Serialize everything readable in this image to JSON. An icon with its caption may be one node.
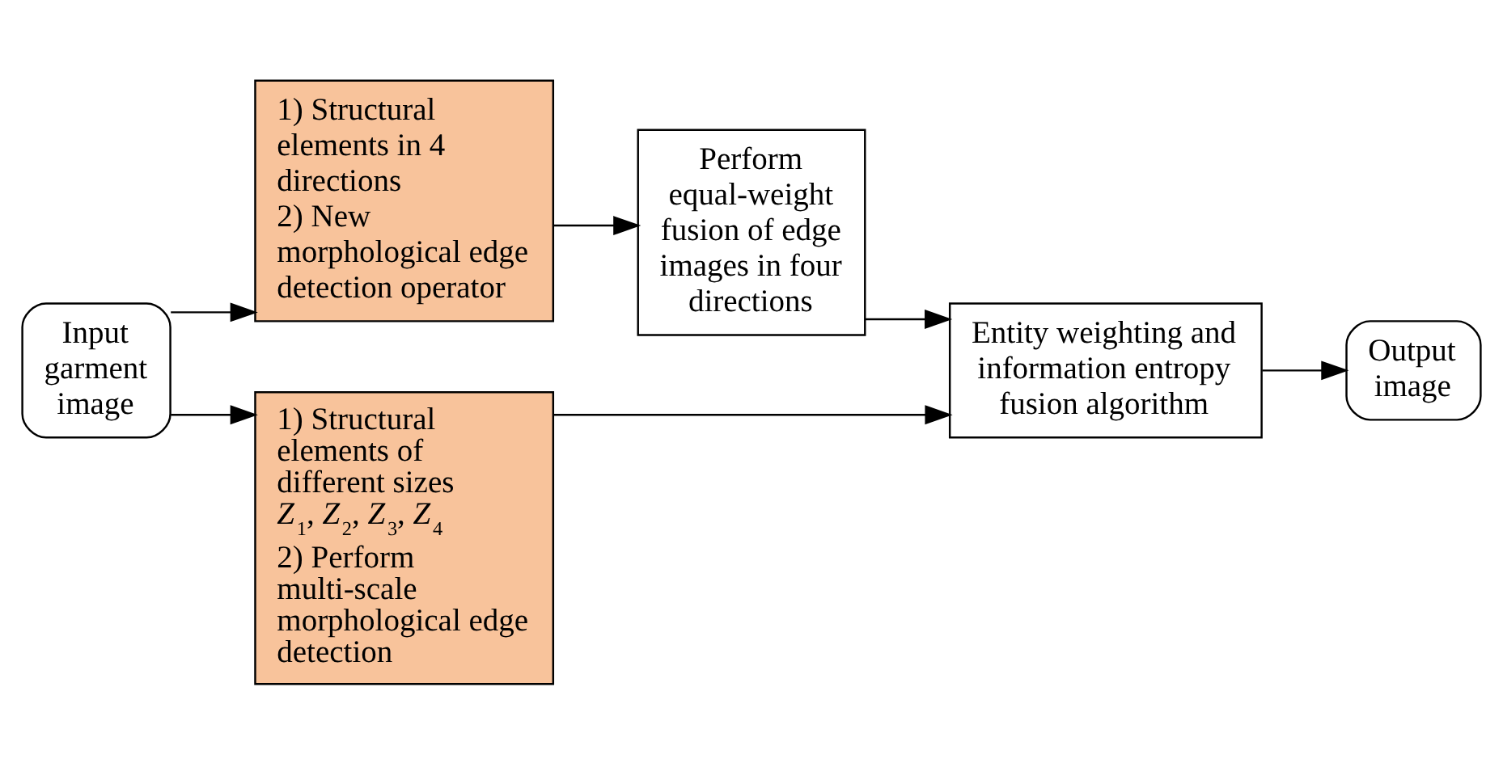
{
  "diagram": {
    "nodes": [
      {
        "text": [
          "Input garment image"
        ]
      },
      {
        "text": [
          "1) Structural elements in 4 directions",
          "2) New morphological edge detection operator"
        ]
      },
      {
        "text": [
          "Perform equal-weight fusion of edge images in four directions"
        ]
      },
      {
        "text": [
          "1) Structural elements of different sizes *Z*$_{1}$, *Z*$_{2}$, *Z*$_{3}$, *Z*$_{4}$",
          "2) Perform multi-scale morphological edge detection"
        ]
      },
      {
        "text": [
          "Entity weighting and information entropy fusion algorithm"
        ]
      },
      {
        "text": [
          "Output image"
        ]
      }
    ],
    "edges": [
      {
        "from": 0,
        "to": 1,
        "arrow": "to"
      },
      {
        "from": 0,
        "to": 3,
        "arrow": "to"
      },
      {
        "from": 1,
        "to": 2,
        "arrow": "to"
      },
      {
        "from": 2,
        "to": 4,
        "arrow": "to"
      },
      {
        "from": 3,
        "to": 4,
        "arrow": "to"
      },
      {
        "from": 4,
        "to": 5,
        "arrow": "to"
      }
    ]
  }
}
